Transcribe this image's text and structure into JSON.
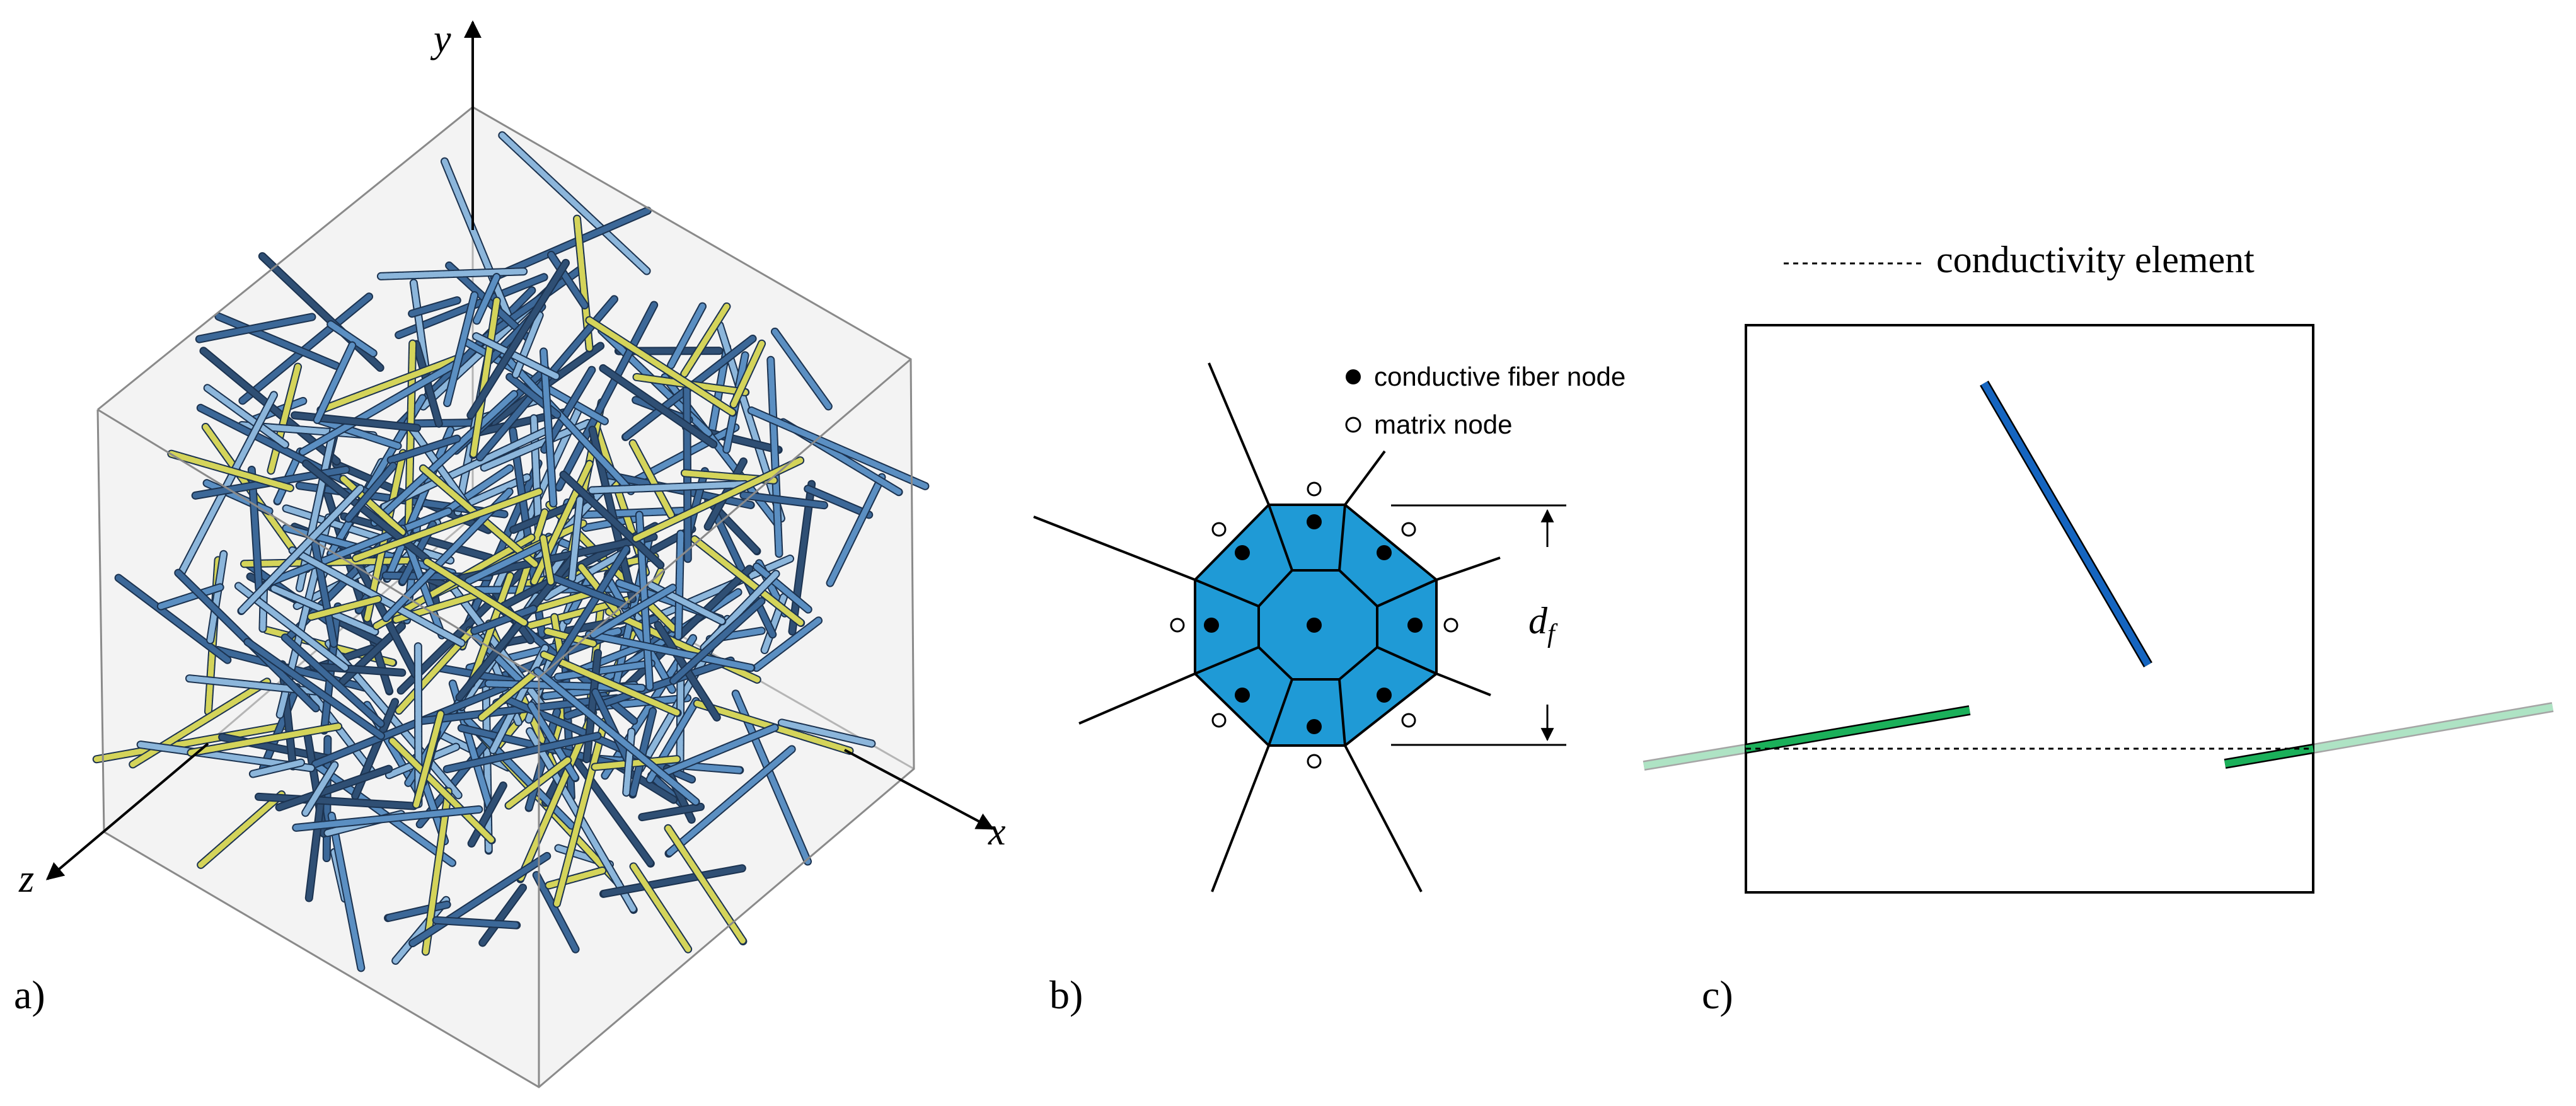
{
  "panel_a": {
    "label": "a)",
    "axis_x": "x",
    "axis_y": "y",
    "axis_z": "z",
    "fiber_colors": [
      "#5b8fc2",
      "#3c6898",
      "#8cb6db",
      "#d4d45a",
      "#2f4f74"
    ],
    "box_fill": "#f3f3f3",
    "box_edge": "#8a8a8a"
  },
  "panel_b": {
    "label": "b)",
    "legend_filled": "conductive fiber node",
    "legend_open": "matrix node",
    "dimension": "d",
    "dimension_sub": "f",
    "cell_fill": "#1f9ad6"
  },
  "panel_c": {
    "label": "c)",
    "legend": "conductivity element",
    "blue_fiber": "#1565c0",
    "green_fiber": "#1bb05a"
  }
}
